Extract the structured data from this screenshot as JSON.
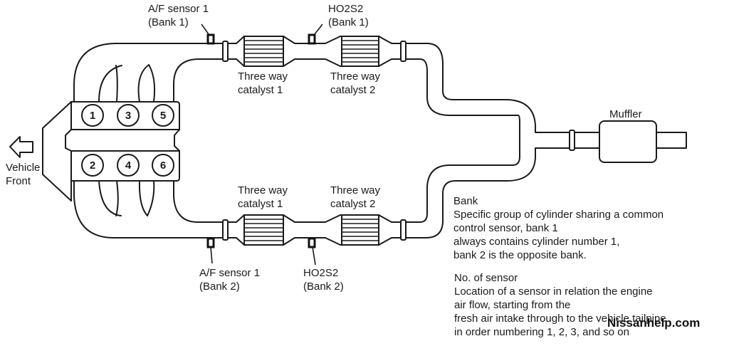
{
  "diagram": {
    "title": "Exhaust system sensor location diagram (V6)",
    "direction": {
      "icon": "arrow-left-icon",
      "label_line1": "Vehicle",
      "label_line2": "Front"
    },
    "cylinders": {
      "bank1": [
        "1",
        "3",
        "5"
      ],
      "bank2": [
        "2",
        "4",
        "6"
      ]
    },
    "labels": {
      "af_sensor_bank1": {
        "line1": "A/F sensor 1",
        "line2": "(Bank 1)"
      },
      "ho2s2_bank1": {
        "line1": "HO2S2",
        "line2": "(Bank 1)"
      },
      "af_sensor_bank2": {
        "line1": "A/F sensor 1",
        "line2": "(Bank 2)"
      },
      "ho2s2_bank2": {
        "line1": "HO2S2",
        "line2": "(Bank 2)"
      },
      "cat1_bank1": {
        "line1": "Three way",
        "line2": "catalyst 1"
      },
      "cat2_bank1": {
        "line1": "Three way",
        "line2": "catalyst 2"
      },
      "cat1_bank2": {
        "line1": "Three way",
        "line2": "catalyst 1"
      },
      "cat2_bank2": {
        "line1": "Three way",
        "line2": "catalyst 2"
      },
      "muffler": "Muffler"
    },
    "notes": {
      "bank": {
        "heading": "Bank",
        "lines": [
          "Specific group of cylinder sharing a common",
          "control sensor, bank 1",
          "always contains cylinder number 1,",
          "bank 2 is the opposite bank."
        ]
      },
      "sensor_no": {
        "heading": "No. of sensor",
        "lines": [
          "Location of a sensor in relation the engine",
          "air flow, starting from the",
          "fresh air intake through to the vehicle tailpipe",
          "in order numbering 1, 2, 3, and so on"
        ]
      }
    },
    "watermark": "Nissanhelp.com"
  }
}
